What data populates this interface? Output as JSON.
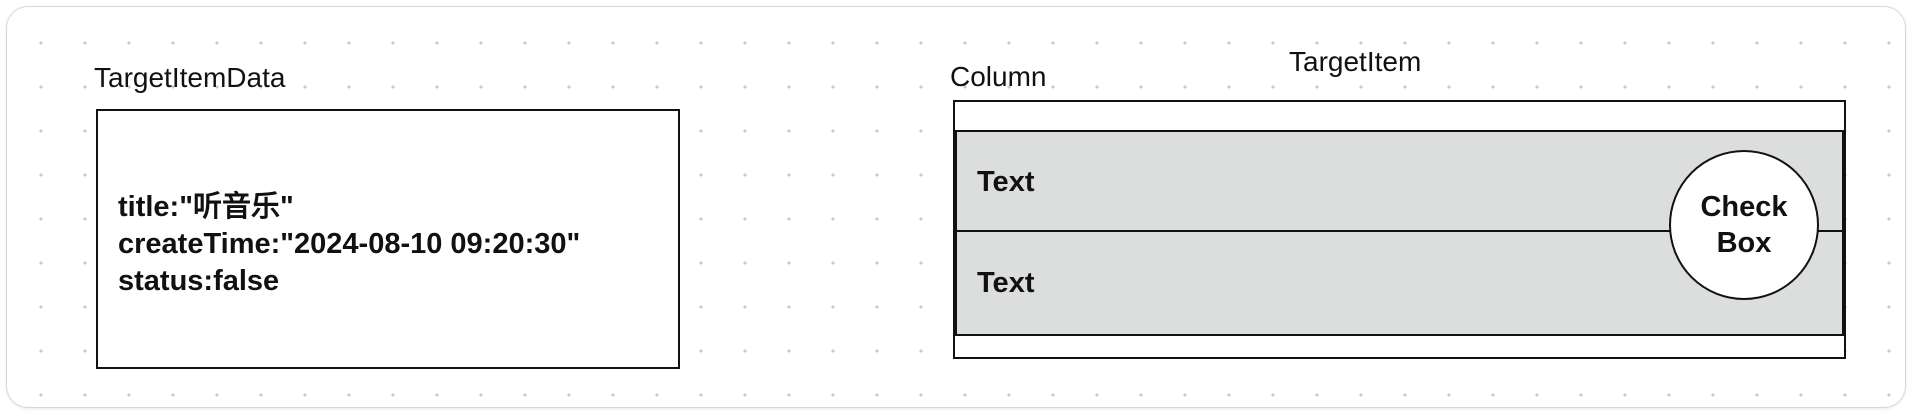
{
  "left_component": {
    "label": "TargetItemData",
    "lines": [
      "title:\"听音乐\"",
      "createTime:\"2024-08-10 09:20:30\"",
      "status:false"
    ]
  },
  "right_component": {
    "title": "TargetItem",
    "column_label": "Column",
    "rows": [
      {
        "text": "Text"
      },
      {
        "text": "Text"
      }
    ],
    "checkbox_label": "Check\nBox"
  },
  "colors": {
    "item_fill": "#dcdedd",
    "border": "#111111",
    "grid_dot": "#c9c9c9"
  }
}
